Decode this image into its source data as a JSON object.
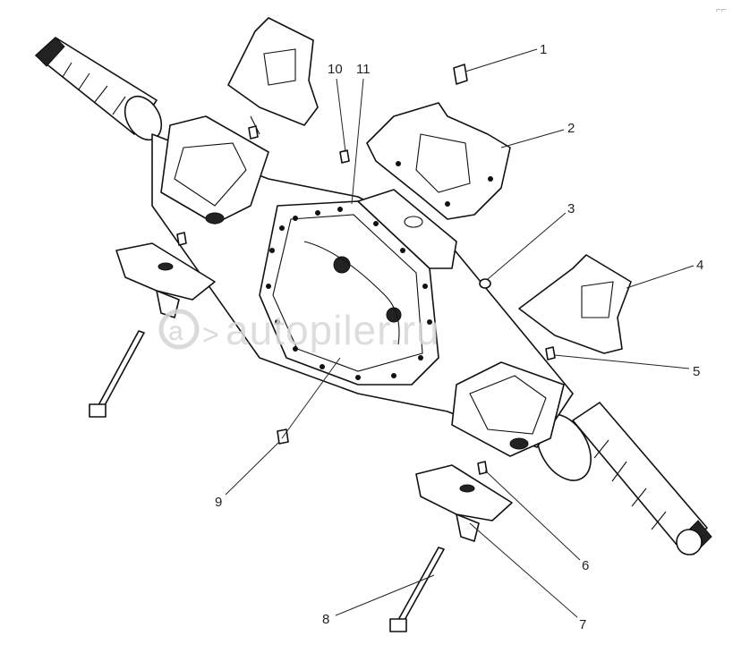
{
  "watermark": "autopiler.ru",
  "labels": [
    {
      "id": "1",
      "text": "1"
    },
    {
      "id": "2",
      "text": "2"
    },
    {
      "id": "3",
      "text": "3"
    },
    {
      "id": "4",
      "text": "4"
    },
    {
      "id": "5",
      "text": "5"
    },
    {
      "id": "6",
      "text": "6"
    },
    {
      "id": "7",
      "text": "7"
    },
    {
      "id": "8",
      "text": "8"
    },
    {
      "id": "9",
      "text": "9"
    },
    {
      "id": "10",
      "text": "10"
    },
    {
      "id": "11",
      "text": "11"
    }
  ]
}
